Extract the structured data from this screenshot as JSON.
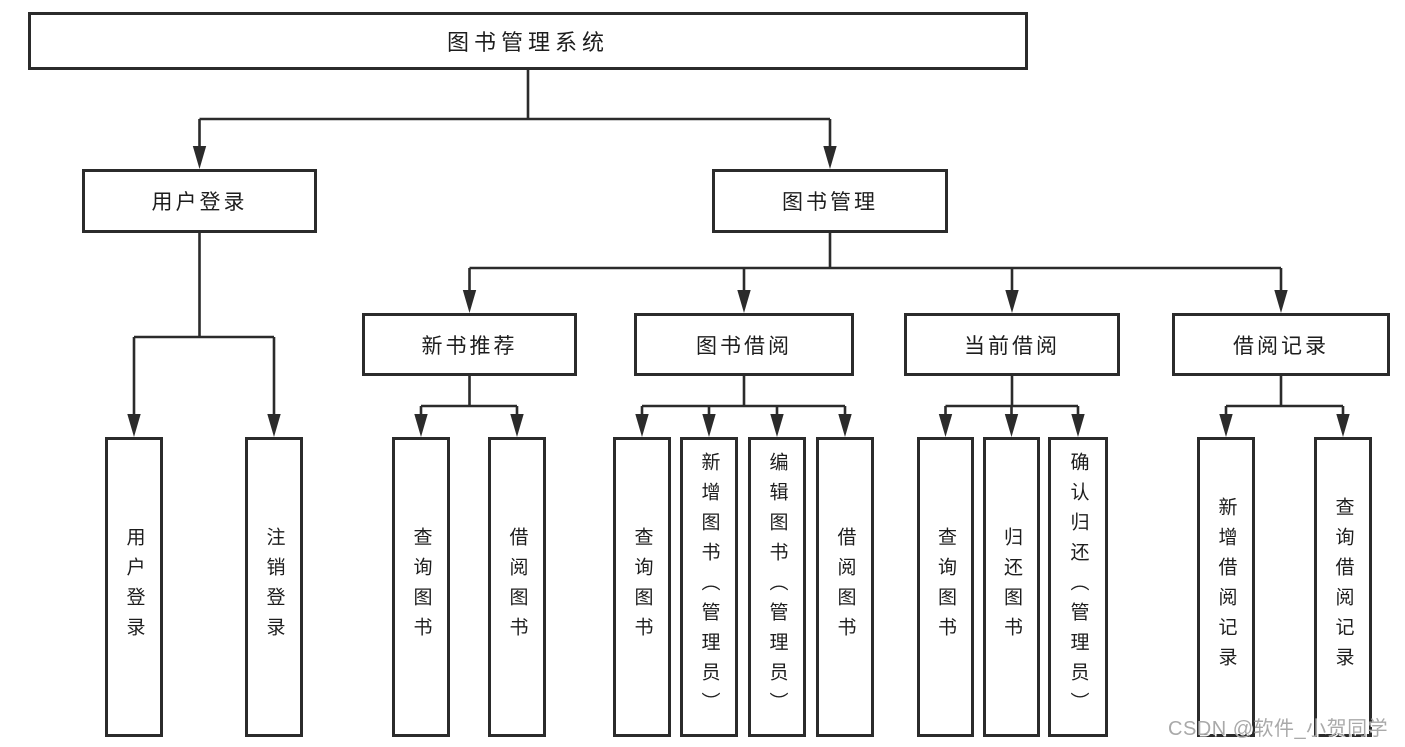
{
  "colors": {
    "line": "#2b2b2b",
    "box_border": "#2b2b2b",
    "box_background": "#ffffff",
    "text": "#1d1d1d",
    "watermark": "#a9a9a9"
  },
  "watermark": {
    "text": "CSDN @软件_小贺同学"
  },
  "tree": {
    "root": {
      "label": "图书管理系统"
    },
    "branches": [
      {
        "label": "用户登录",
        "children": [
          {
            "label": "用户登录"
          },
          {
            "label": "注销登录"
          }
        ]
      },
      {
        "label": "图书管理",
        "children": [
          {
            "label": "新书推荐",
            "children": [
              {
                "label": "查询图书"
              },
              {
                "label": "借阅图书"
              }
            ]
          },
          {
            "label": "图书借阅",
            "children": [
              {
                "label": "查询图书"
              },
              {
                "label": "新增图书（管理员）"
              },
              {
                "label": "编辑图书（管理员）"
              },
              {
                "label": "借阅图书"
              }
            ]
          },
          {
            "label": "当前借阅",
            "children": [
              {
                "label": "查询图书"
              },
              {
                "label": "归还图书"
              },
              {
                "label": "确认归还（管理员）"
              }
            ]
          },
          {
            "label": "借阅记录",
            "children": [
              {
                "label": "新增借阅记录"
              },
              {
                "label": "查询借阅记录"
              }
            ]
          }
        ]
      }
    ]
  }
}
